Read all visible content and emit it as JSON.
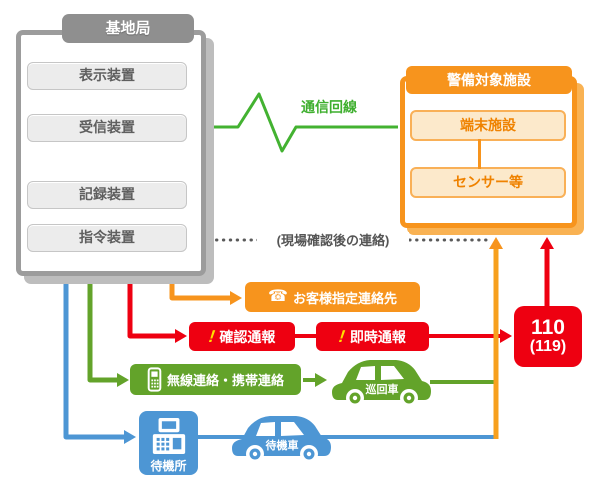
{
  "colors": {
    "orange": "#F7941D",
    "red": "#EE0011",
    "green_box": "#63A32A",
    "green_line": "#43B231",
    "blue": "#4D96D4",
    "gray": "#9C9C9C"
  },
  "icons": {
    "phone": "☎",
    "exclamation": "!"
  },
  "base_station": {
    "title": "基地局",
    "devices": [
      {
        "label": "表示装置"
      },
      {
        "label": "受信装置"
      },
      {
        "label": "記録装置"
      },
      {
        "label": "指令装置"
      }
    ]
  },
  "facility": {
    "title": "警備対象施設",
    "items": [
      {
        "label": "端末施設"
      },
      {
        "label": "センサー等"
      }
    ]
  },
  "labels": {
    "communication_line": "通信回線",
    "after_site_check": "(現場確認後の連絡)"
  },
  "nodes": {
    "customer_contact": {
      "label": "お客様指定連絡先"
    },
    "confirm_report": {
      "label": "確認通報"
    },
    "immediate_report": {
      "label": "即時通報"
    },
    "emergency": {
      "line1": "110",
      "line2": "(119)"
    },
    "radio_contact": {
      "label": "無線連絡・携帯連絡"
    },
    "patrol_car": {
      "label": "巡回車"
    },
    "standby_station": {
      "label": "待機所"
    },
    "standby_car": {
      "label": "待機車"
    }
  }
}
